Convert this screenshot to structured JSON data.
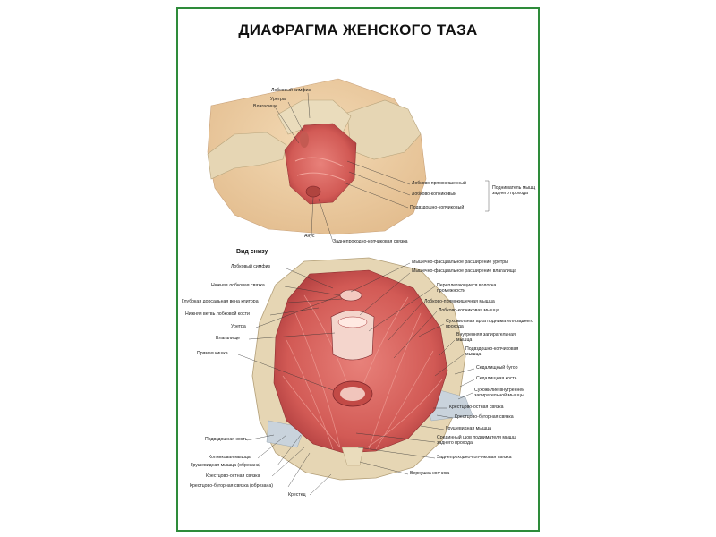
{
  "title": "ДИАФРАГМА ЖЕНСКОГО ТАЗА",
  "bottom_view_heading": "Вид снизу",
  "top_labels": {
    "pubic_symphysis": "Лобковый симфиз",
    "urethra": "Уретра",
    "vagina": "Влагалище",
    "puborectalis": "Лобково-прямокишечный",
    "pubococcygeus": "Лобково-копчиковый",
    "iliococcygeus": "Подвздошно-копчиковый",
    "levator_ani": "Подниматель мышц заднего прохода",
    "anus": "Анус",
    "anococcygeal_lig": "Заднепроходно-копчиковая связка"
  },
  "bottom_labels_left": {
    "pubic_symphysis": "Лобковый симфиз",
    "inferior_pubic_lig": "Нижняя лобковая связка",
    "deep_dorsal_vein": "Глубокая дорсальная вена клитора",
    "inferior_pubic_ramus": "Нижняя ветвь лобковой кости",
    "urethra": "Уретра",
    "vagina": "Влагалище",
    "rectum": "Прямая кишка",
    "ilium": "Подвздошная кость",
    "coccygeus": "Копчиковая мышца",
    "piriformis_cut": "Грушевидная мышца (обрезана)",
    "sacrospinous_lig": "Крестцово-остная связка",
    "sacrotuberous_cut": "Крестцово-бугорная связка (обрезана)",
    "sacrum": "Крестец"
  },
  "bottom_labels_right": {
    "urethral_fascia": "Мышечно-фасциальное расширение уретры",
    "vaginal_fascia": "Мышечно-фасциальное расширение влагалища",
    "perineal_fibers": "Переплетающиеся волокна промежности",
    "puborectalis_m": "Лобково-прямокишечная мышца",
    "pubococcygeus_m": "Лобково-копчиковая мышца",
    "tendinous_arch": "Сухожильная арка поднимателя заднего прохода",
    "obturator_internus": "Внутренняя запирательная мышца",
    "iliococcygeus_m": "Подвздошно-копчиковая мышца",
    "ischial_tuberosity": "Седалищный бугор",
    "ischium": "Седалищная кость",
    "obturator_tendon": "Сухожилие внутренней запирательной мышцы",
    "sacrospinous": "Крестцово-остная связка",
    "sacrotuberous": "Крестцово-бугорная связка",
    "piriformis": "Грушевидная мышца",
    "median_raphe": "Срединный шов поднимателя мышц заднего прохода",
    "anococcygeal": "Заднепроходно-копчиковая связка",
    "coccyx_tip": "Верхушка копчика"
  },
  "colors": {
    "frame": "#2e8b3a",
    "muscle": "#d9605a",
    "muscle_dark": "#a8383a",
    "bone": "#e6d6b4",
    "skin": "#eecfa3",
    "ligament": "#c9d3dc"
  }
}
